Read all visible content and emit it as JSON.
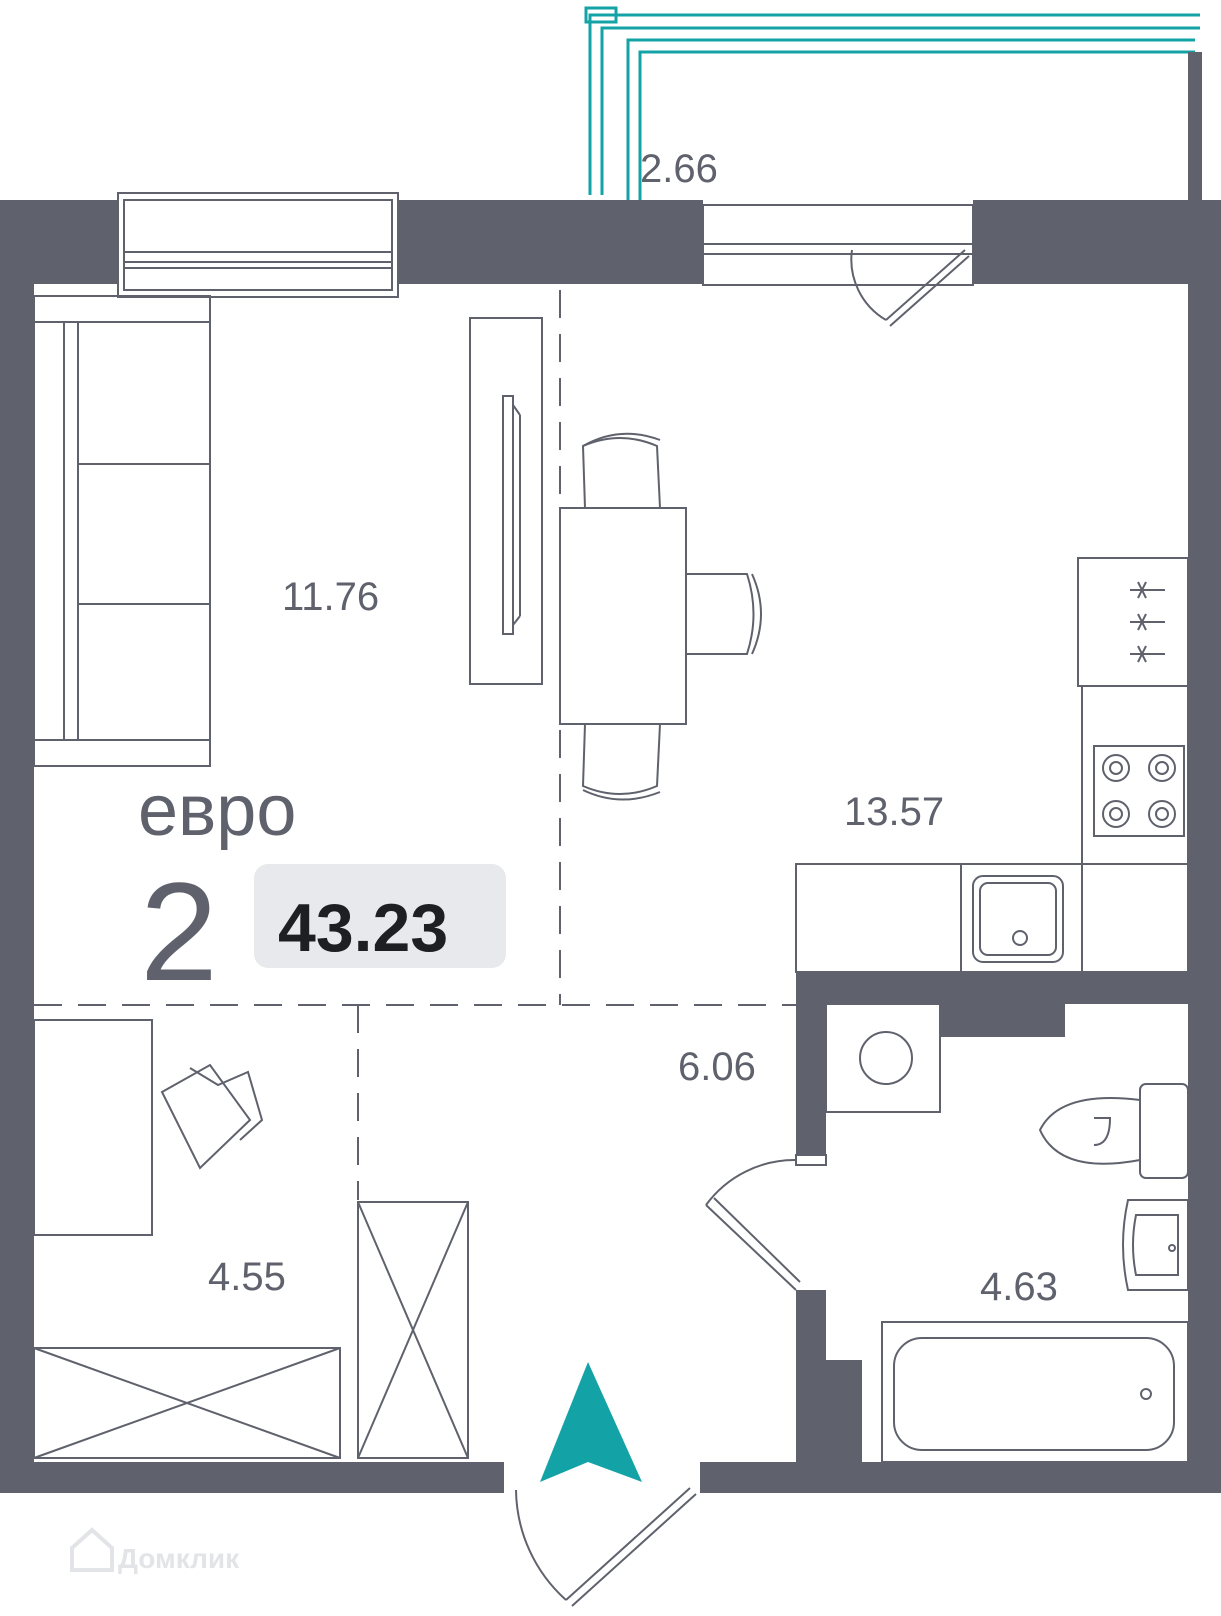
{
  "plan": {
    "type_word": "евро",
    "rooms_count": "2",
    "total_area": "43.23",
    "rooms": [
      {
        "id": "living",
        "area": "11.76"
      },
      {
        "id": "kitchen",
        "area": "13.57"
      },
      {
        "id": "balcony",
        "area": "2.66"
      },
      {
        "id": "hall",
        "area": "6.06"
      },
      {
        "id": "study",
        "area": "4.55"
      },
      {
        "id": "bathroom",
        "area": "4.63"
      }
    ],
    "watermark": "Домклик"
  },
  "colors": {
    "wall": "#5f626d",
    "line": "#5f626d",
    "accent": "#13a3a6",
    "badge_bg": "#e8e9ec",
    "text_dark": "#1e1f23"
  },
  "icons": [
    "entrance-arrow-icon",
    "watermark-house-icon"
  ]
}
